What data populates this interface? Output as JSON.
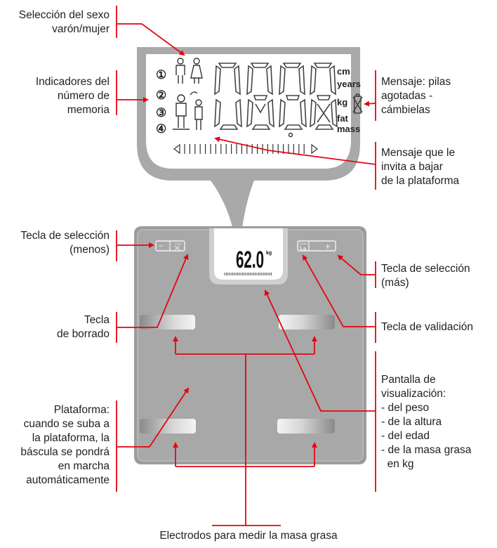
{
  "labels": {
    "sex_selection": [
      "Selección del sexo",
      "varón/mujer"
    ],
    "memory_indicators": [
      "Indicadores del",
      "número de",
      "memoria"
    ],
    "battery_message": [
      "Mensaje: pilas",
      "agotadas -",
      "cámbielas"
    ],
    "step_off_message": [
      "Mensaje que le",
      "invita a bajar",
      "de la plataforma"
    ],
    "minus_key": [
      "Tecla de selección",
      "(menos)"
    ],
    "plus_key": [
      "Tecla de selección",
      "(más)"
    ],
    "delete_key": [
      "Tecla",
      "de borrado"
    ],
    "validate_key": [
      "Tecla de validación"
    ],
    "platform": [
      "Plataforma:",
      "cuando se suba a",
      "la plataforma, la",
      "báscula se pondrá",
      "en marcha",
      "automáticamente"
    ],
    "display_screen": [
      "Pantalla de",
      "visualización:",
      "- del peso",
      "- de la altura",
      "- del edad",
      "- de la masa grasa",
      "  en kg"
    ],
    "electrodes": "Electrodos para medir la masa grasa"
  },
  "lcd": {
    "memory_numbers": [
      "①",
      "②",
      "③",
      "④"
    ],
    "units": [
      "cm",
      "years",
      "kg",
      "fat",
      "mass"
    ]
  },
  "scale_display": {
    "reading": "62.0",
    "unit": "kg",
    "clear_key_text": "CLEAR",
    "enter_key_text": "ENTER",
    "minus_symbol": "−",
    "plus_symbol": "+"
  },
  "colors": {
    "annotation_line": "#e30613",
    "scale_body": "#a3a3a3",
    "lcd_frame": "#a9a9a9"
  }
}
